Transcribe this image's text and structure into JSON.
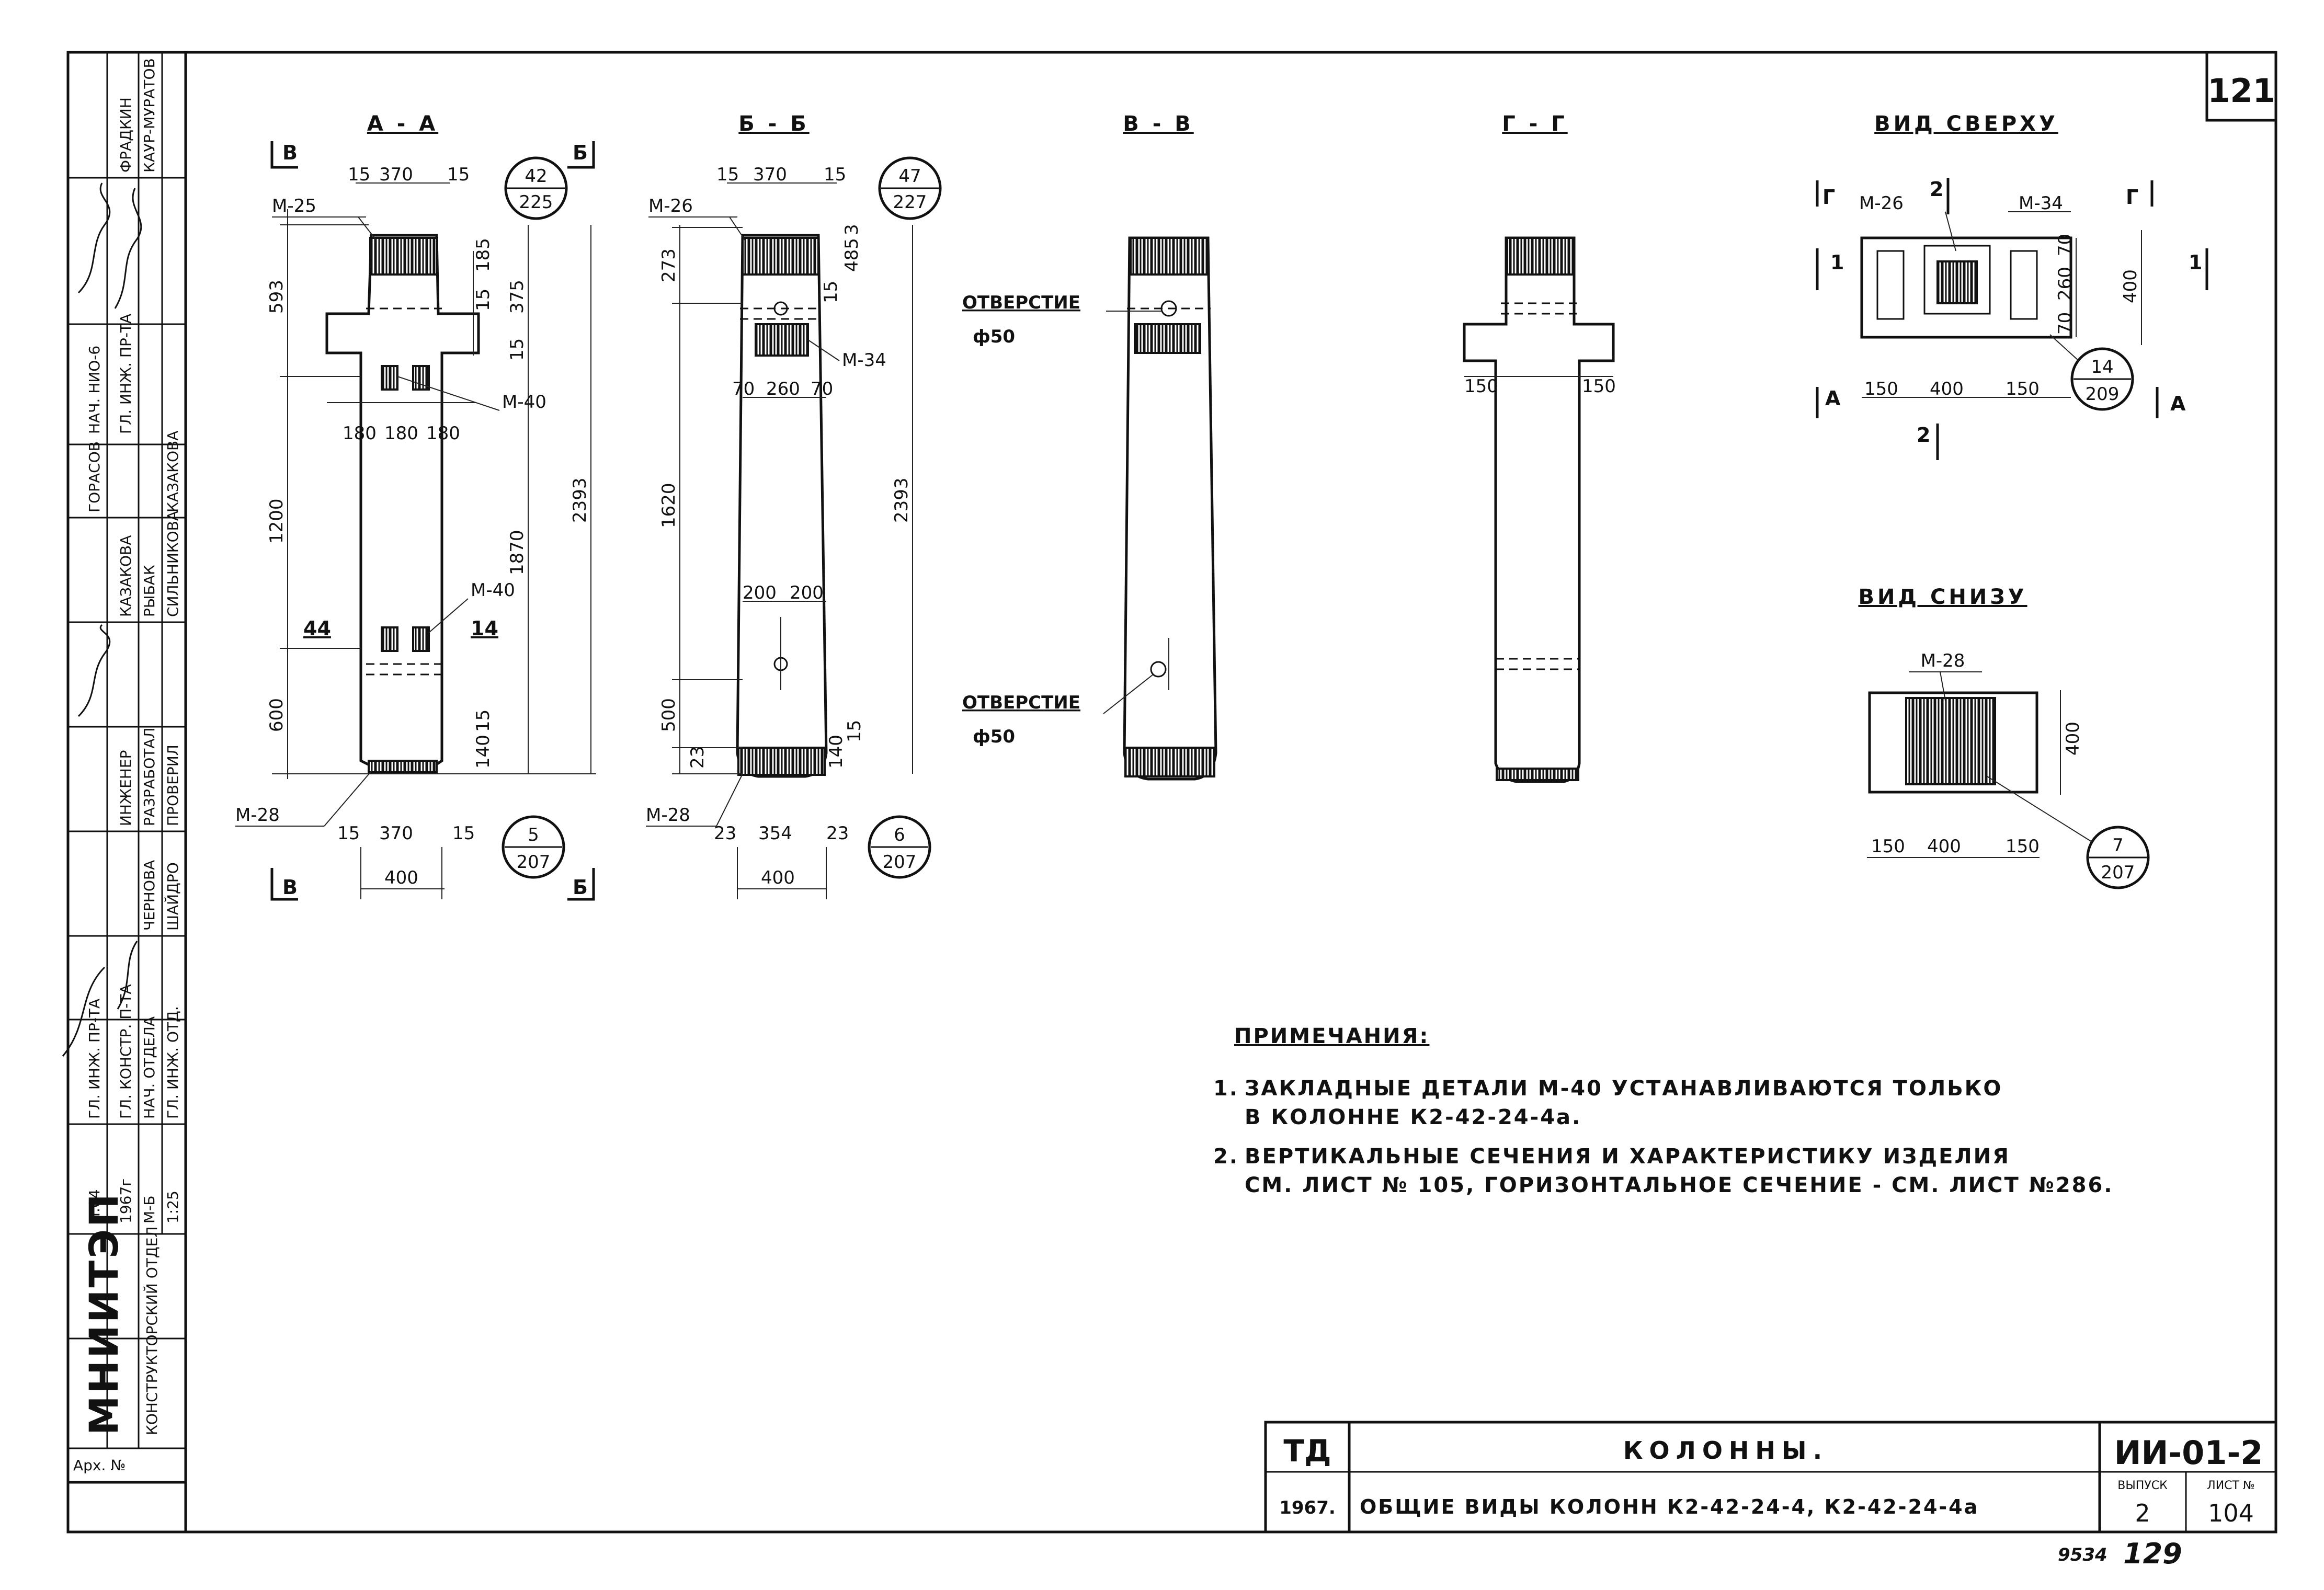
{
  "page_number": "121",
  "sections": {
    "aa": {
      "title": "А - А",
      "marks": [
        "М-25",
        "М-40",
        "М-40",
        "М-28"
      ],
      "tags": [
        "В",
        "Б",
        "В",
        "Б"
      ],
      "dims_top": [
        "15",
        "370",
        "15"
      ],
      "dims_left": [
        "593",
        "1200",
        "600"
      ],
      "dims_mid": [
        "180",
        "180",
        "180"
      ],
      "dims_right": [
        "15",
        "185",
        "375",
        "15",
        "1870",
        "2393",
        "140",
        "15"
      ],
      "dims_bottom": [
        "15",
        "370",
        "15",
        "400"
      ],
      "numbers": [
        "44",
        "14"
      ],
      "callout_top": [
        "42",
        "225"
      ],
      "callout_bottom": [
        "5",
        "207"
      ]
    },
    "bb": {
      "title": "Б - Б",
      "marks": [
        "М-26",
        "М-34",
        "М-28"
      ],
      "dims_top": [
        "15",
        "370",
        "15"
      ],
      "dims_left": [
        "273",
        "1620",
        "500",
        "23"
      ],
      "dims_mid": [
        "70",
        "260",
        "70",
        "200",
        "200"
      ],
      "dims_right": [
        "15",
        "485",
        "3",
        "2393",
        "140",
        "15"
      ],
      "dims_bottom": [
        "23",
        "354",
        "23",
        "400"
      ],
      "callout_top": [
        "47",
        "227"
      ],
      "callout_bottom": [
        "6",
        "207"
      ]
    },
    "vv": {
      "title": "В - В",
      "hole_label": "ОТВЕРСТИЕ",
      "hole_dia": "ф50"
    },
    "gg": {
      "title": "Г - Г",
      "dims": [
        "150",
        "150"
      ]
    },
    "top_view": {
      "title": "ВИД СВЕРХУ",
      "marks": [
        "М-26",
        "М-34"
      ],
      "tags": [
        "Г",
        "2",
        "Г",
        "1",
        "1",
        "А",
        "А",
        "2"
      ],
      "dims": [
        "70",
        "260",
        "70",
        "400",
        "150",
        "400",
        "150"
      ],
      "callout": [
        "14",
        "209"
      ]
    },
    "bottom_view": {
      "title": "ВИД СНИЗУ",
      "mark": "М-28",
      "dims": [
        "400",
        "150",
        "400",
        "150"
      ],
      "callout": [
        "7",
        "207"
      ]
    }
  },
  "notes": {
    "heading": "ПРИМЕЧАНИЯ:",
    "items": [
      {
        "num": "1.",
        "line1": "ЗАКЛАДНЫЕ ДЕТАЛИ М-40 УСТАНАВЛИВАЮТСЯ ТОЛЬКО",
        "line2": "В КОЛОННЕ К2-42-24-4а."
      },
      {
        "num": "2.",
        "line1": "ВЕРТИКАЛЬНЫЕ СЕЧЕНИЯ И ХАРАКТЕРИСТИКУ ИЗДЕЛИЯ",
        "line2": "СМ. ЛИСТ № 105, ГОРИЗОНТАЛЬНОЕ СЕЧЕНИЕ - СМ. ЛИСТ №286."
      }
    ]
  },
  "title_block": {
    "org_mark": "ТД",
    "title": "КОЛОННЫ.",
    "year": "1967.",
    "subtitle": "ОБЩИЕ ВИДЫ КОЛОНН К2-42-24-4, К2-42-24-4а",
    "code": "ИИ-01-2",
    "issue_label": "ВЫПУСК",
    "issue": "2",
    "sheet_label": "ЛИСТ №",
    "sheet": "104",
    "footer_left": "9534",
    "footer_right": "129"
  },
  "side_stamp": {
    "org": "МНИИТЭП",
    "dept": "КОНСТРУКТОРСКИЙ ОТДЕЛ",
    "arch": "Арх. №",
    "rows": [
      "НАЧ. НИО-6",
      "ГЛ. ИНЖ. ПР-ТА",
      "ГЛ. ИНЖ. ПР-ТА",
      "ГЛ. КОНСТР. П-ТА",
      "НАЧ. ОТДЕЛА",
      "ГЛ. ИНЖ. ОТД.",
      "ИНЖЕНЕР",
      "РАЗРАБОТАЛ",
      "ПРОВЕРИЛ"
    ],
    "names": [
      "ФРАДКИН",
      "КАУР-МУРАТОВ",
      "ГОРАСОВ",
      "КАЗАКОВА",
      "РЫБАК",
      "СИЛЬНИКОВА",
      "КАЗАКОВА",
      "ЧЕРНОВА",
      "ШАЙДРО"
    ],
    "date": "1967г",
    "sheet": "Л.04",
    "scale": "1:25",
    "scale_label": "М-Б"
  }
}
